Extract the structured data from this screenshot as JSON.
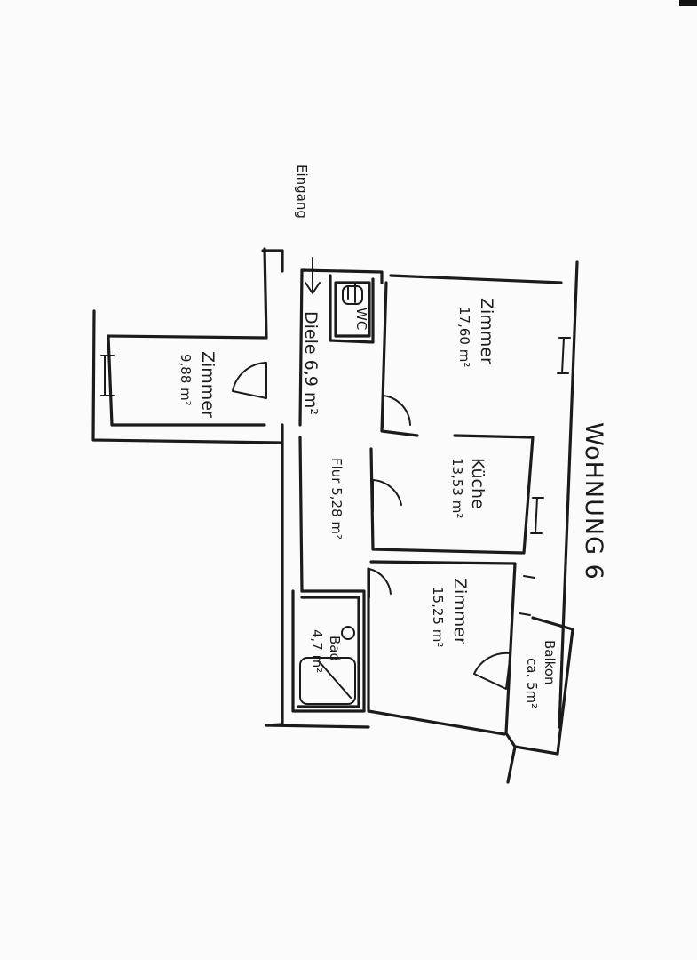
{
  "title": "WoHNUNG 6",
  "rooms": {
    "zimmer1": {
      "name": "Zimmer",
      "area": "17,60 m²"
    },
    "kueche": {
      "name": "Küche",
      "area": "13,53 m²"
    },
    "zimmer2": {
      "name": "Zimmer",
      "area": "15,25 m²"
    },
    "balkon": {
      "name": "Balkon",
      "area": "ca. 5m²"
    },
    "zimmer3": {
      "name": "Zimmer",
      "area": "9,88 m²"
    },
    "diele": {
      "label": "Diele 6,9 m²"
    },
    "flur": {
      "label": "Flur 5,28 m²"
    },
    "bad": {
      "name": "Bad",
      "area": "4,7 m²"
    },
    "wc": {
      "label": "WC"
    }
  },
  "entrance": "Eingang"
}
